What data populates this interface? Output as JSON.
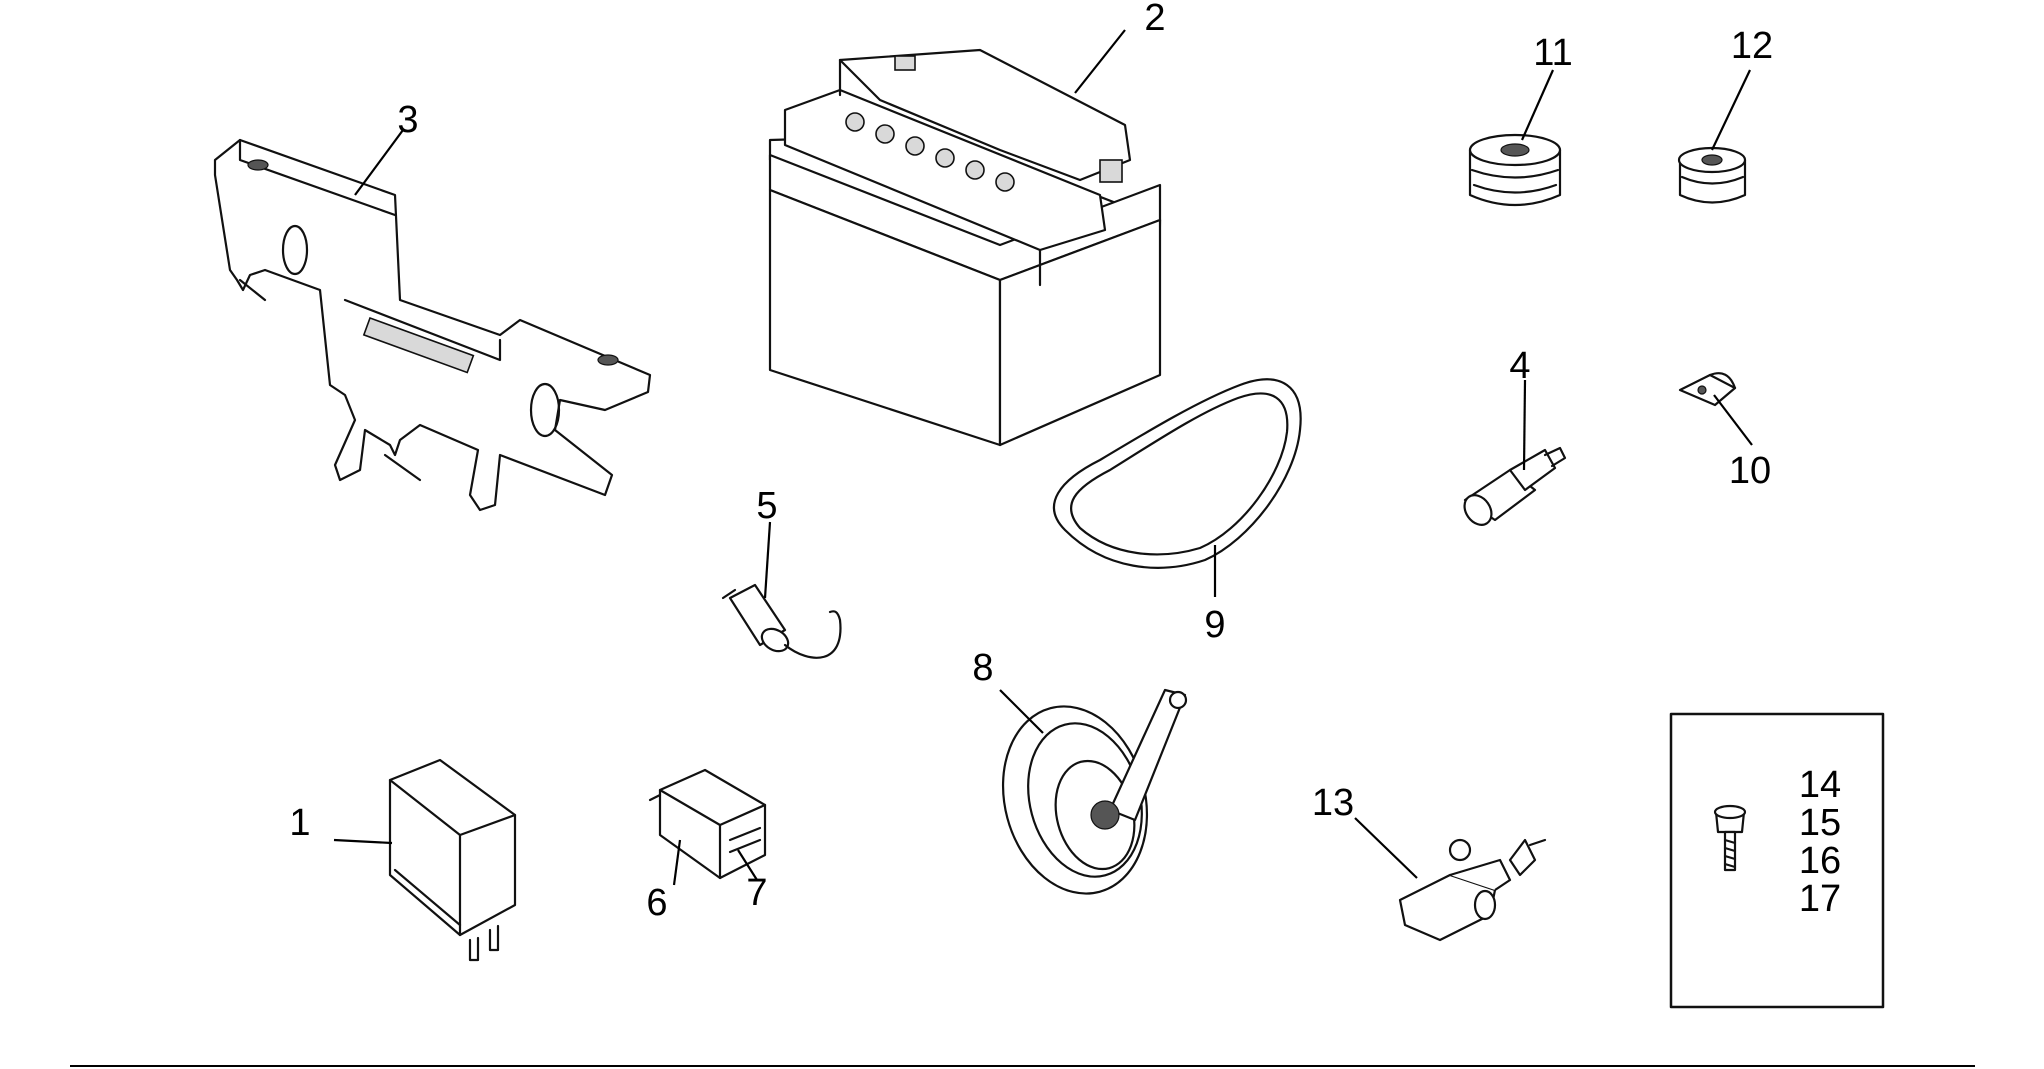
{
  "callouts": {
    "c1": "1",
    "c2": "2",
    "c3": "3",
    "c4": "4",
    "c5": "5",
    "c6": "6",
    "c7": "7",
    "c8": "8",
    "c9": "9",
    "c10": "10",
    "c11": "11",
    "c12": "12",
    "c13": "13"
  },
  "box_items": [
    "14",
    "15",
    "16",
    "17"
  ]
}
